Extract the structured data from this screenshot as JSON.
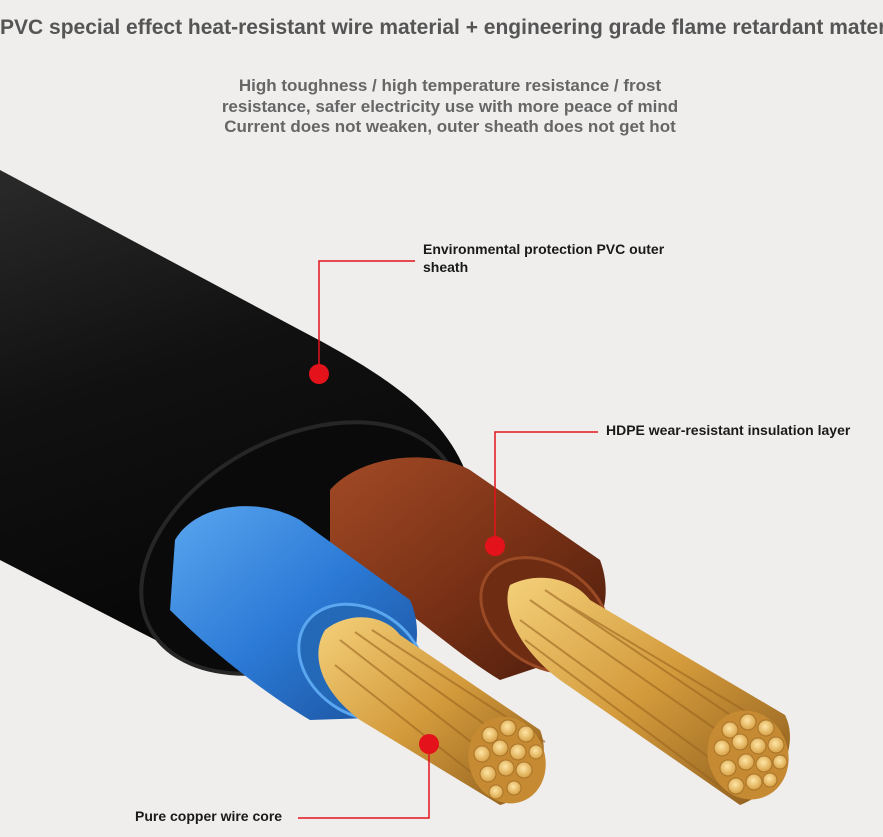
{
  "headline": "PVC special effect heat-resistant wire material + engineering grade flame retardant material",
  "subtitle": {
    "line1": "High toughness / high temperature resistance / frost",
    "line2": "resistance, safer electricity use with more peace of mind",
    "line3": "Current does not weaken, outer sheath does not get hot"
  },
  "callouts": {
    "sheath_line1": "Environmental protection PVC outer",
    "sheath_line2": "sheath",
    "insulation": "HDPE wear-resistant insulation layer",
    "core": "Pure copper wire core"
  },
  "colors": {
    "background": "#efeeed",
    "pointer": "#e3121b",
    "sheath": "#151515",
    "blue_insulation": "#2f7fd6",
    "brown_insulation": "#8a3a1c",
    "copper": "#d9a245"
  }
}
